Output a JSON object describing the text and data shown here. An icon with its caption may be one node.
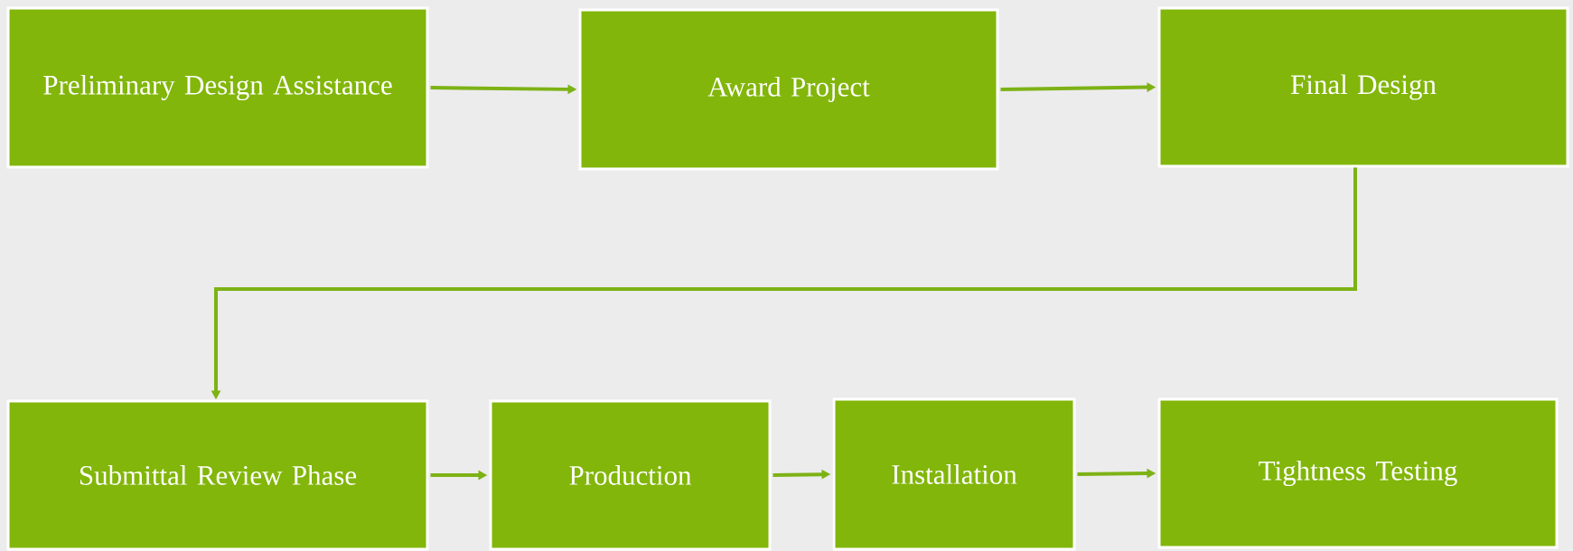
{
  "diagram": {
    "nodes": [
      {
        "text": [
          "Preliminary Design Assistance"
        ]
      },
      {
        "text": [
          "Award Project"
        ]
      },
      {
        "text": [
          "Final Design"
        ]
      },
      {
        "text": [
          "Submittal Review Phase"
        ]
      },
      {
        "text": [
          "Production"
        ]
      },
      {
        "text": [
          "Installation"
        ]
      },
      {
        "text": [
          "Tightness Testing"
        ]
      }
    ],
    "edges": [
      {
        "from": 0,
        "to": 1,
        "arrow": "to"
      },
      {
        "from": 1,
        "to": 2,
        "arrow": "to"
      },
      {
        "from": 2,
        "to": 3,
        "arrow": "to"
      },
      {
        "from": 3,
        "to": 4,
        "arrow": "to"
      },
      {
        "from": 4,
        "to": 5,
        "arrow": "to"
      },
      {
        "from": 5,
        "to": 6,
        "arrow": "to"
      }
    ]
  }
}
